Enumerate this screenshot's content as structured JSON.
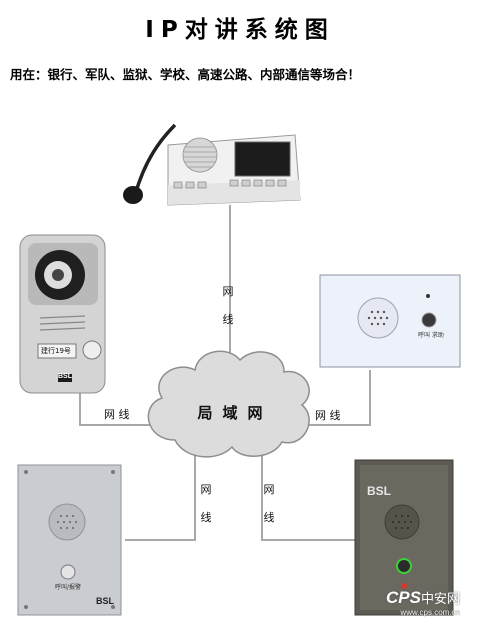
{
  "header": {
    "title": "IP对讲系统图",
    "subtitle": "用在：银行、军队、监狱、学校、高速公路、内部通信等场合！"
  },
  "network": {
    "center_label": "局域网",
    "link_label_horizontal": "网 线",
    "link_label_vertical_1": "网",
    "link_label_vertical_2": "线"
  },
  "devices": {
    "door_unit_tag": "建行19号",
    "door_unit_logo": "BSL",
    "wall_panel_tag": "呼叫 求助",
    "left_panel_tag": "呼叫/报警",
    "left_panel_brand": "BSL",
    "right_panel_brand": "BSL"
  },
  "watermark": {
    "logo": "CPS",
    "name": "中安网",
    "url": "www.cps.com.cn"
  }
}
